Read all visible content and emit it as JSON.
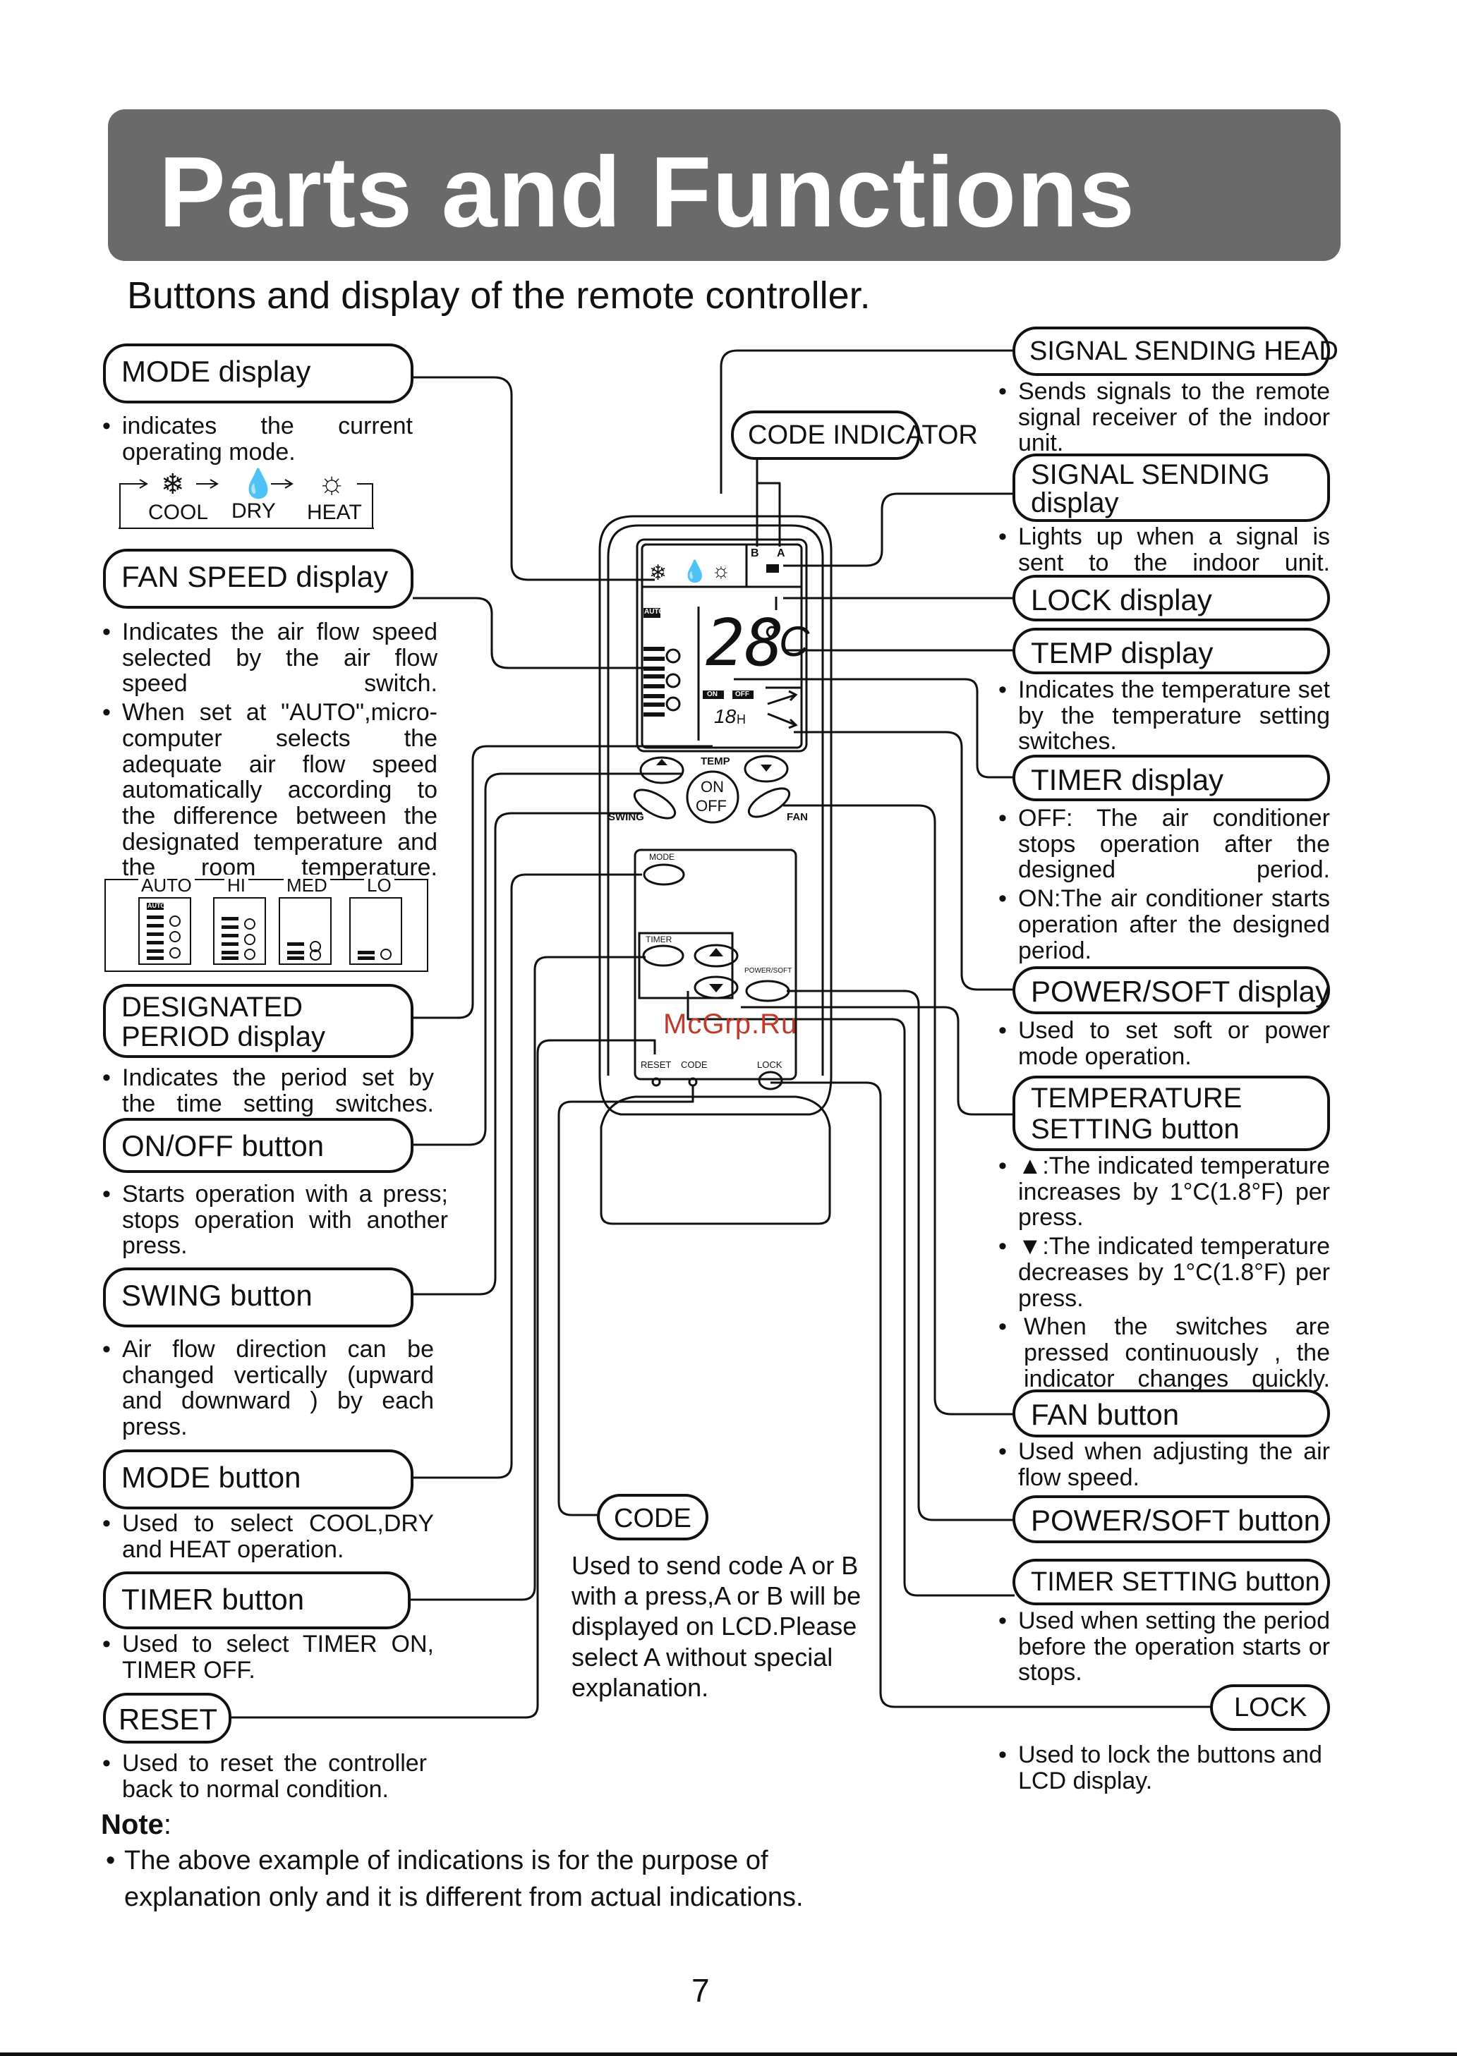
{
  "header": {
    "title": "Parts and Functions"
  },
  "subtitle": "Buttons and display of the remote controller.",
  "left": {
    "mode_display": {
      "label": "MODE display",
      "desc": "indicates the current operating mode.",
      "modes": [
        "COOL",
        "DRY",
        "HEAT"
      ]
    },
    "fan_speed_display": {
      "label": "FAN SPEED display",
      "desc1": "Indicates the air flow speed selected by the air flow speed switch.",
      "desc2": "When set at \"AUTO\",micro-computer selects the adequate air flow speed automatically according to the difference between the designated temperature and the room temperature.",
      "speeds": [
        "AUTO",
        "HI",
        "MED",
        "LO"
      ],
      "auto_badge": "AUTO"
    },
    "designated_period": {
      "label_line1": "DESIGNATED",
      "label_line2": "PERIOD display",
      "desc": "Indicates the period set by the time setting switches."
    },
    "on_off_button": {
      "label": "ON/OFF button",
      "desc": "Starts operation with a press; stops operation with another press."
    },
    "swing_button": {
      "label": "SWING button",
      "desc": "Air flow direction can be changed vertically (upward and downward ) by each press."
    },
    "mode_button": {
      "label": "MODE button",
      "desc": "Used to select COOL,DRY and HEAT operation."
    },
    "timer_button": {
      "label": "TIMER button",
      "desc": "Used to select TIMER ON, TIMER OFF."
    },
    "reset": {
      "label": "RESET",
      "desc": "Used to reset the controller back to normal condition."
    }
  },
  "center": {
    "code_indicator": "CODE INDICATOR",
    "code": {
      "label": "CODE",
      "desc": "Used to send code A or B with a press,A or B will be displayed on LCD.Please select A without special explanation."
    },
    "remote": {
      "code_b": "B",
      "code_a": "A",
      "auto_badge": "AUTO",
      "temp_value": "28",
      "temp_unit": "°C",
      "timer_on": "ON",
      "timer_off": "OFF",
      "timer_value": "18",
      "timer_unit": "H",
      "temp_label": "TEMP",
      "on_label": "ON",
      "off_label": "OFF",
      "swing_label": "SWING",
      "fan_label": "FAN",
      "mode_label": "MODE",
      "timer_label": "TIMER",
      "power_soft_label": "POWER/SOFT",
      "reset_label": "RESET",
      "code_label": "CODE",
      "lock_label": "LOCK"
    },
    "watermark": "McGrp.Ru"
  },
  "right": {
    "signal_head": {
      "label": "SIGNAL SENDING HEAD",
      "desc": "Sends signals to the remote signal receiver of the indoor unit."
    },
    "signal_display": {
      "label_line1": "SIGNAL SENDING",
      "label_line2": "display",
      "desc": "Lights up when a signal is sent to the indoor unit."
    },
    "lock_display": {
      "label": "LOCK display"
    },
    "temp_display": {
      "label": "TEMP display",
      "desc": "Indicates the temperature set by the temperature setting switches."
    },
    "timer_display": {
      "label": "TIMER display",
      "desc1": "OFF: The air conditioner stops operation after the designed period.",
      "desc2": "ON:The air conditioner starts operation after the designed period."
    },
    "power_soft_display": {
      "label": "POWER/SOFT display",
      "desc": "Used to set soft or power mode operation."
    },
    "temp_setting_button": {
      "label_line1": "TEMPERATURE",
      "label_line2": "SETTING button",
      "desc_up": "▲:The indicated temperature increases by 1°C(1.8°F) per press.",
      "desc_down": "▼:The indicated temperature decreases by 1°C(1.8°F) per press.",
      "desc_hold": "When the switches are pressed continuously , the indicator changes quickly."
    },
    "fan_button": {
      "label": "FAN button",
      "desc": "Used when adjusting the air flow speed."
    },
    "power_soft_button": {
      "label": "POWER/SOFT button"
    },
    "timer_setting_button": {
      "label": "TIMER SETTING button",
      "desc": "Used when setting the period before the operation starts or stops."
    },
    "lock": {
      "label": "LOCK",
      "desc": "Used to lock the buttons and LCD display."
    }
  },
  "note": {
    "title": "Note",
    "colon": ":",
    "text": "The above example of indications is for the purpose of explanation only and it is different from actual indications."
  },
  "page_number": "7"
}
